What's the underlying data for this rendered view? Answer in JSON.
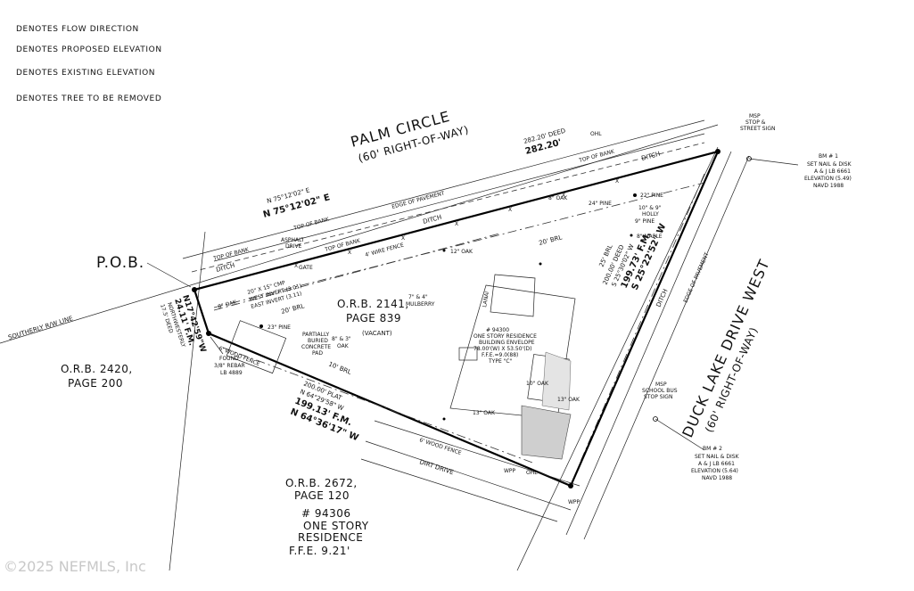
{
  "legend": [
    "DENOTES FLOW DIRECTION",
    "DENOTES PROPOSED ELEVATION",
    "DENOTES EXISTING ELEVATION",
    "DENOTES TREE TO BE REMOVED"
  ],
  "streets": {
    "palm_circle": "PALM CIRCLE",
    "palm_circle_row": "(60' RIGHT-OF-WAY)",
    "duck_lake": "DUCK LAKE DRIVE WEST",
    "duck_lake_row": "(60' RIGHT-OF-WAY)",
    "southerly_row": "SOUTHERLY R/W LINE"
  },
  "pob": "P.O.B.",
  "bearings": {
    "north_plat": "N 75°12'02\" E",
    "north_fm": "N 75°12'02\" E",
    "north_deed": "282.20' DEED",
    "north_dist": "282.20'",
    "east_deed": "200.00' DEED",
    "east_plat": "S 25°30'02\" W",
    "east_fm": "199.73' F.M.",
    "east_bearing": "S 25°22'52\" W",
    "south_plat": "200.00' PLAT",
    "south_plat_b": "N 64°29'58\" W",
    "south_fm": "199.13' F.M.",
    "south_bearing": "N 64°36'17\" W",
    "west_bearing": "N17°42'59\"W",
    "west_fm": "24.11' F.M.",
    "west_note": "NORTHWESTERLY",
    "west_deed": "17.5' DEED"
  },
  "parcels": {
    "subject_orb": "O.R.B. 2141,",
    "subject_page": "PAGE 839",
    "subject_status": "(VACANT)",
    "west_orb": "O.R.B. 2420,",
    "west_page": "PAGE 200",
    "south_orb": "O.R.B. 2672,",
    "south_page": "PAGE 120",
    "south_lot": "# 94306",
    "south_desc1": "ONE STORY",
    "south_desc2": "RESIDENCE",
    "south_ffe": "F.F.E. 9.21'"
  },
  "benchmarks": {
    "bm1_title": "BM # 1",
    "bm1_l1": "SET NAIL & DISK",
    "bm1_l2": "A & J LB 6661",
    "bm1_l3": "ELEVATION (5.49)",
    "bm1_l4": "NAVD 1988",
    "bm2_title": "BM # 2",
    "bm2_l1": "SET NAIL & DISK",
    "bm2_l2": "A & J LB 6661",
    "bm2_l3": "ELEVATION (5.64)",
    "bm2_l4": "NAVD 1988"
  },
  "labels": {
    "found1": "FOUND",
    "found2": "3/8\" REBAR",
    "found3": "LB 4889",
    "house1": "# 94300",
    "house2": "ONE STORY RESIDENCE",
    "house3": "BUILDING ENVELOPE",
    "house4": "78.00'(W) X 53.50'(D)",
    "house5": "F.F.E.=9.0(88)",
    "house6": "TYPE \"C\"",
    "lanai": "LANAI",
    "pad1": "PARTIALLY",
    "pad2": "BURIED",
    "pad3": "CONCRETE",
    "pad4": "PAD",
    "msp1": "MSP",
    "msp1b": "STOP &",
    "msp1c": "STREET SIGN",
    "msp2": "MSP",
    "msp2b": "SCHOOL BUS",
    "msp2c": "STOP SIGN",
    "ditch": "DITCH",
    "top_bank": "TOP OF BANK",
    "edge_pavement": "EDGE OF PAVEMENT",
    "wire_fence": "4' WIRE FENCE",
    "wood_fence": "6' WOOD FENCE",
    "brl_20": "20' BRL",
    "brl_10": "10' BRL",
    "brl_25": "25' BRL",
    "dirt_drive": "DIRT DRIVE",
    "ohl": "OHL",
    "wpp": "WPP",
    "gate": "GATE",
    "asphalt": "ASPHALT",
    "drive": "DRIVE",
    "cmp1": "20\" X 15\" CMP",
    "cmp2": "WEST INVERT (3.01)",
    "cmp3": "EAST INVERT (3.11)",
    "oak8": "8\" OAK",
    "oak12": "12\" OAK",
    "oak13": "13\" OAK",
    "oak13b": "13\" OAK",
    "pine22": "22\" PINE",
    "pine24": "24\" PINE",
    "pine23": "23\" PINE",
    "pine9": "9\" PINE",
    "holly": "10\" & 9\"",
    "holly2": "HOLLY",
    "maple": "8\" MAPLE",
    "mulberry1": "7\" & 4\"",
    "mulberry2": "MULBERRY",
    "oak83a": "8\" & 3\"",
    "oak83b": "OAK",
    "oak8top": "8\" OAK",
    "oak10": "10\" OAK"
  },
  "watermark": "©2025 NEFMLS, Inc"
}
